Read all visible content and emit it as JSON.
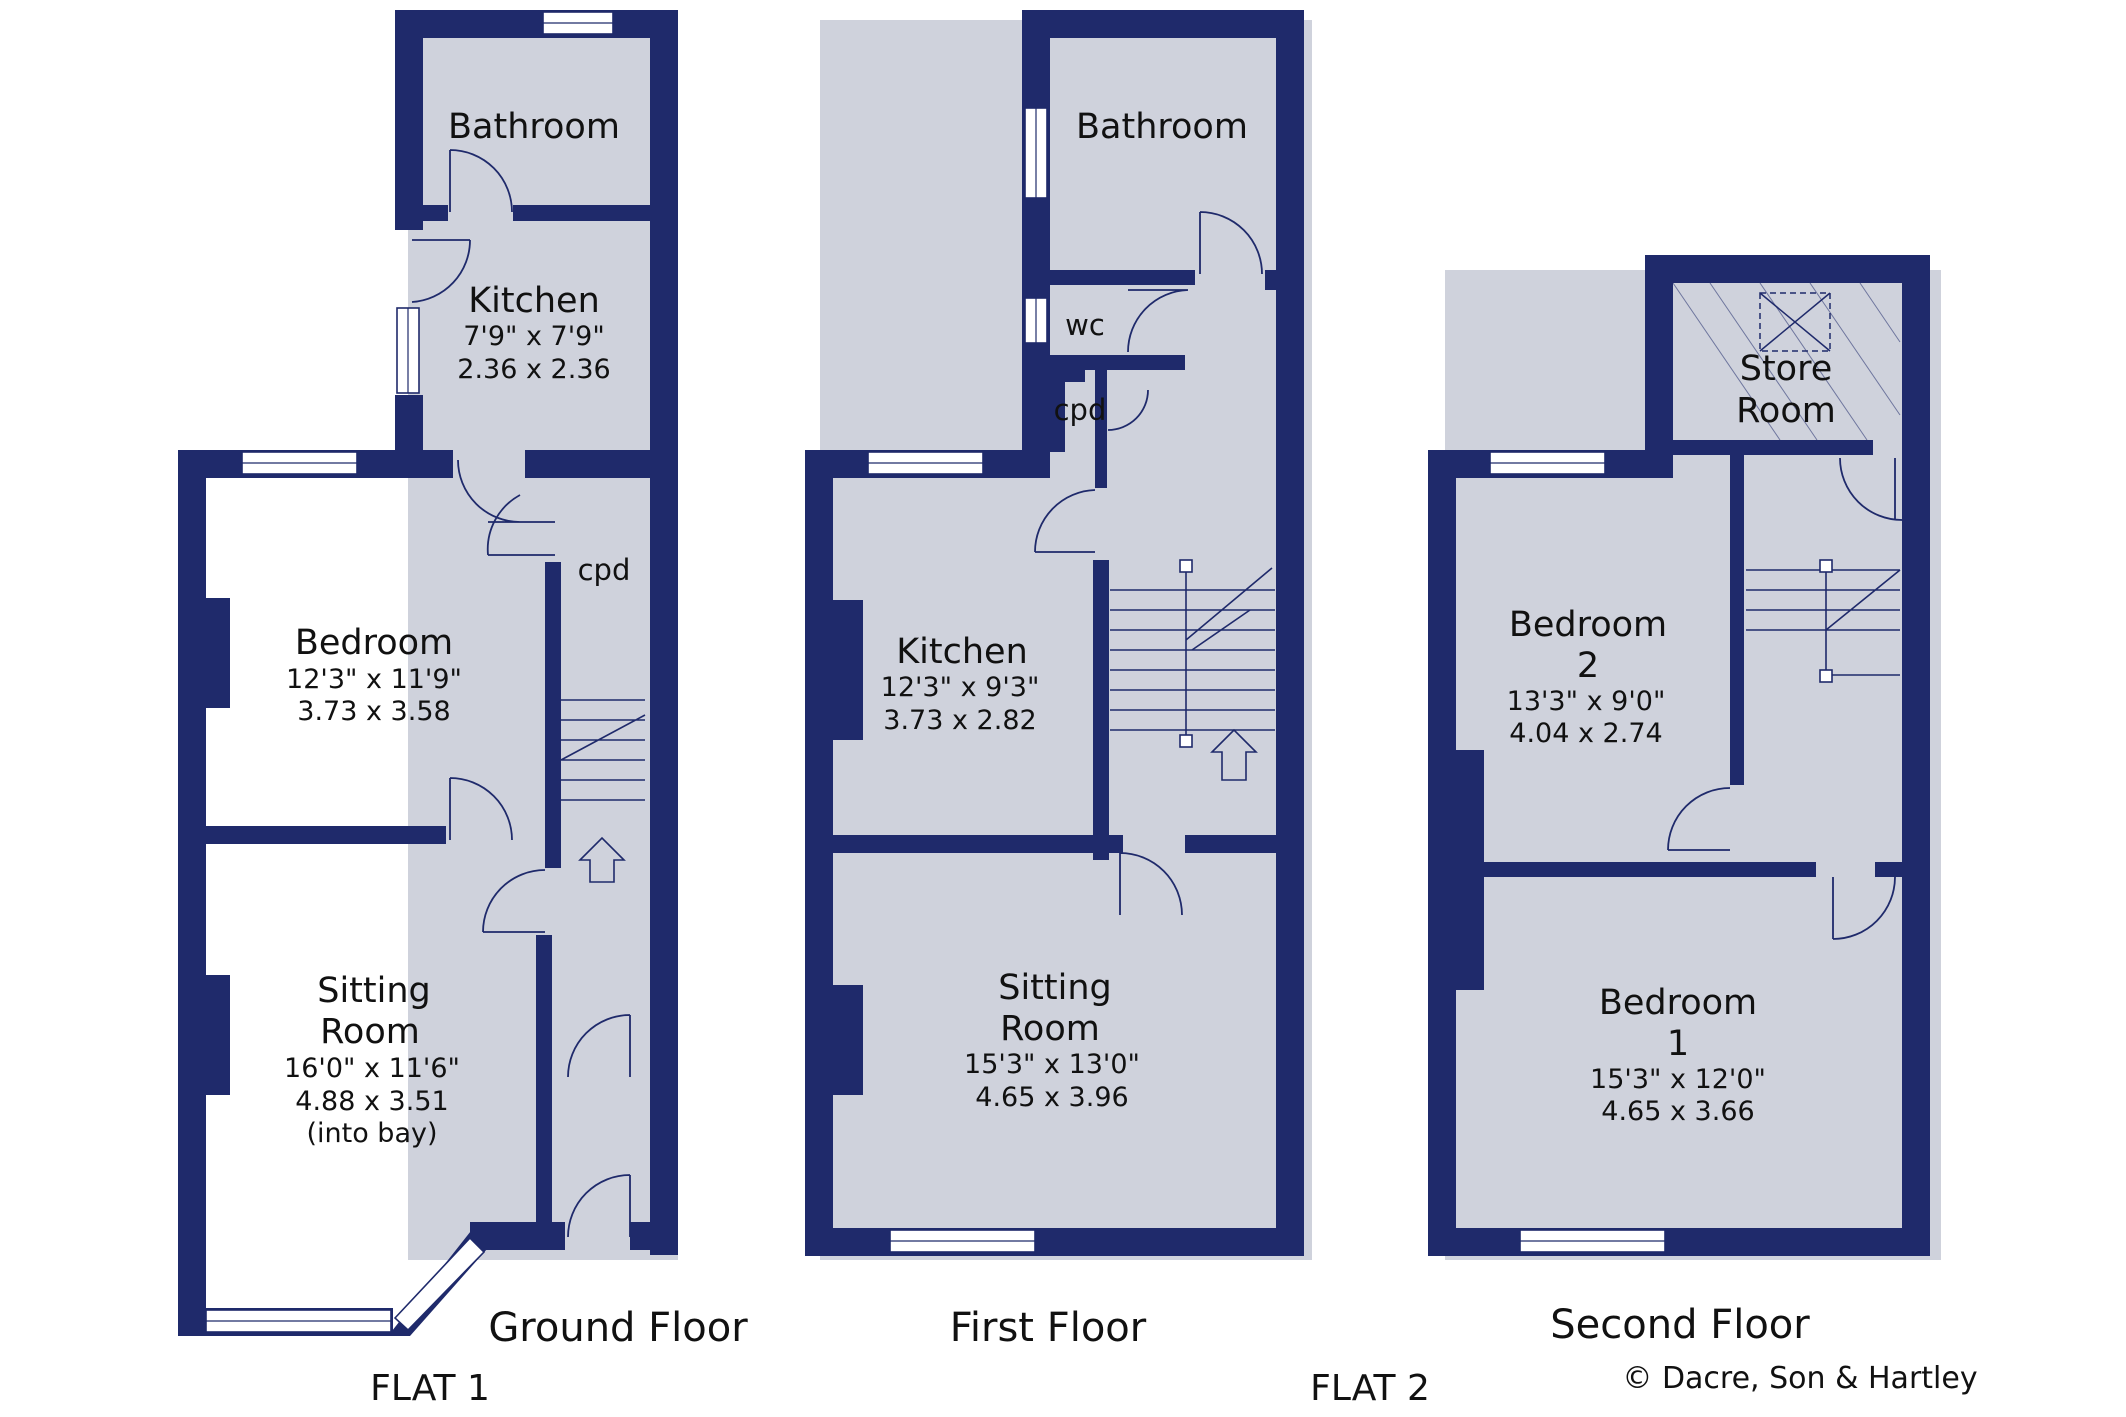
{
  "floors": {
    "ground": "Ground Floor",
    "first": "First Floor",
    "second": "Second Floor"
  },
  "flats": {
    "flat1": "FLAT 1",
    "flat2": "FLAT 2"
  },
  "copyright": "© Dacre, Son & Hartley",
  "ground_floor": {
    "bathroom": "Bathroom",
    "kitchen": {
      "name": "Kitchen",
      "imperial": "7'9\"  x  7'9\"",
      "metric": "2.36  x  2.36"
    },
    "cpd": "cpd",
    "bedroom": {
      "name": "Bedroom",
      "imperial": "12'3\"  x  11'9\"",
      "metric": "3.73  x  3.58"
    },
    "sitting_room": {
      "name_line1": "Sitting",
      "name_line2": "Room",
      "imperial": "16'0\"  x  11'6\"",
      "metric": "4.88  x  3.51",
      "note": "(into bay)"
    }
  },
  "first_floor": {
    "bathroom": "Bathroom",
    "wc": "wc",
    "cpd": "cpd",
    "kitchen": {
      "name": "Kitchen",
      "imperial": "12'3\"  x  9'3\"",
      "metric": "3.73  x  2.82"
    },
    "sitting_room": {
      "name_line1": "Sitting",
      "name_line2": "Room",
      "imperial": "15'3\"  x  13'0\"",
      "metric": "4.65  x  3.96"
    }
  },
  "second_floor": {
    "store_room": {
      "line1": "Store",
      "line2": "Room"
    },
    "bedroom2": {
      "name_line1": "Bedroom",
      "name_line2": "2",
      "imperial": "13'3\"  x  9'0\"",
      "metric": "4.04  x  2.74"
    },
    "bedroom1": {
      "name_line1": "Bedroom",
      "name_line2": "1",
      "imperial": "15'3\"  x  12'0\"",
      "metric": "4.65  x  3.66"
    }
  },
  "colors": {
    "wall": "#1f2a6b",
    "background": "#ffffff"
  }
}
